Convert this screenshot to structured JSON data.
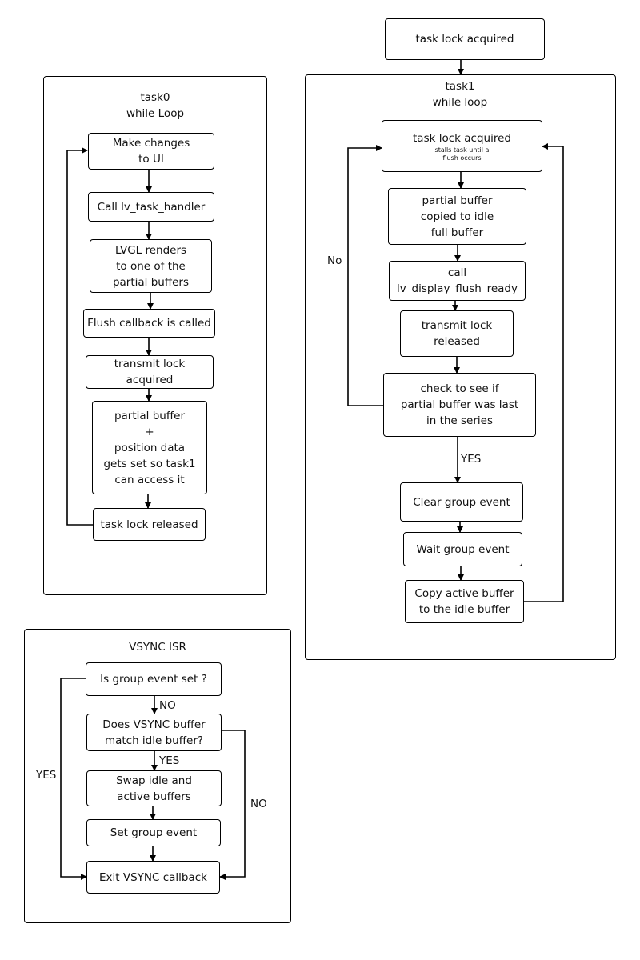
{
  "task0": {
    "title": [
      "task0",
      "while Loop"
    ],
    "boxes": {
      "make_changes": [
        "Make changes",
        "to UI"
      ],
      "call_handler": [
        "Call lv_task_handler"
      ],
      "lvgl_renders": [
        "LVGL renders",
        "to one of the",
        "partial buffers"
      ],
      "flush_called": [
        "Flush callback is called"
      ],
      "transmit_acquired": [
        "transmit lock",
        "acquired"
      ],
      "partial_set": [
        "partial buffer",
        "+",
        "position data",
        "gets set so task1",
        "can access it"
      ],
      "task_released": [
        "task lock released"
      ]
    }
  },
  "task1": {
    "entry": [
      "task lock acquired"
    ],
    "title": [
      "task1",
      "while loop"
    ],
    "boxes": {
      "lock_acquired": [
        "task lock acquired"
      ],
      "lock_note": [
        "stalls task until a",
        "flush occurs"
      ],
      "copied": [
        "partial buffer",
        "copied to idle",
        "full buffer"
      ],
      "flush_ready": [
        "call",
        "lv_display_flush_ready"
      ],
      "transmit_released": [
        "transmit lock",
        "released"
      ],
      "check_last": [
        "check to see if",
        "partial buffer was last",
        "in the series"
      ],
      "clear_group": [
        "Clear group event"
      ],
      "wait_group": [
        "Wait group event"
      ],
      "copy_active": [
        "Copy active buffer",
        "to the idle buffer"
      ]
    },
    "labels": {
      "no": "No",
      "yes": "YES"
    }
  },
  "vsync": {
    "title": "VSYNC ISR",
    "boxes": {
      "is_set": [
        "Is group event set ?"
      ],
      "does_match": [
        "Does VSYNC buffer",
        "match idle buffer?"
      ],
      "swap": [
        "Swap idle and",
        "active buffers"
      ],
      "set_group": [
        "Set group event"
      ],
      "exit": [
        "Exit VSYNC callback"
      ]
    },
    "labels": {
      "no1": "NO",
      "yes1": "YES",
      "yes_left": "YES",
      "no_right": "NO"
    }
  }
}
